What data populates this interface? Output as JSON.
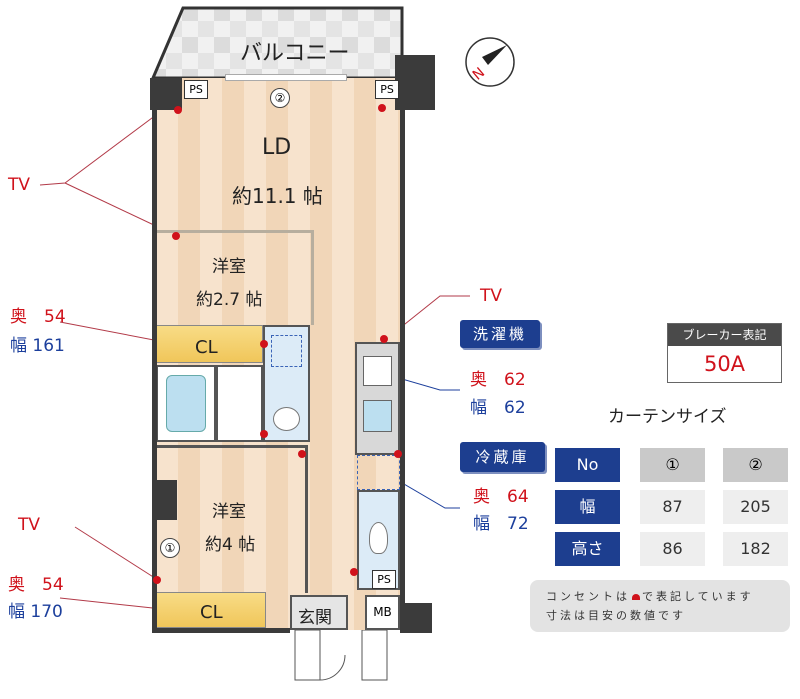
{
  "plan": {
    "balcony": "バルコニー",
    "ld_name": "LD",
    "ld_size": "約11.1 帖",
    "room1_name": "洋室",
    "room1_size": "約2.7 帖",
    "room2_name": "洋室",
    "room2_size": "約4 帖",
    "closet": "CL",
    "entrance": "玄関",
    "mb": "MB",
    "ps": "PS",
    "window1": "①",
    "window2": "②"
  },
  "annotations": {
    "tv": "TV",
    "cl_upper": {
      "depth": "奥　54",
      "width": "幅 161"
    },
    "cl_lower": {
      "depth": "奥　54",
      "width": "幅 170"
    },
    "washer": {
      "label": "洗濯機",
      "depth": "奥　62",
      "width": "幅　62"
    },
    "fridge": {
      "label": "冷蔵庫",
      "depth": "奥　64",
      "width": "幅　72"
    }
  },
  "breaker": {
    "title": "ブレーカー表記",
    "value": "50A"
  },
  "curtain": {
    "title": "カーテンサイズ",
    "headers": [
      "No",
      "①",
      "②"
    ],
    "rows": [
      {
        "label": "幅",
        "values": [
          "87",
          "205"
        ]
      },
      {
        "label": "高さ",
        "values": [
          "86",
          "182"
        ]
      }
    ]
  },
  "legend": {
    "line1_a": "コンセントは",
    "line1_b": "で表記しています",
    "line2": "寸法は目安の数値です"
  },
  "colors": {
    "accent": "#1d3e8f",
    "red": "#d0121b"
  }
}
